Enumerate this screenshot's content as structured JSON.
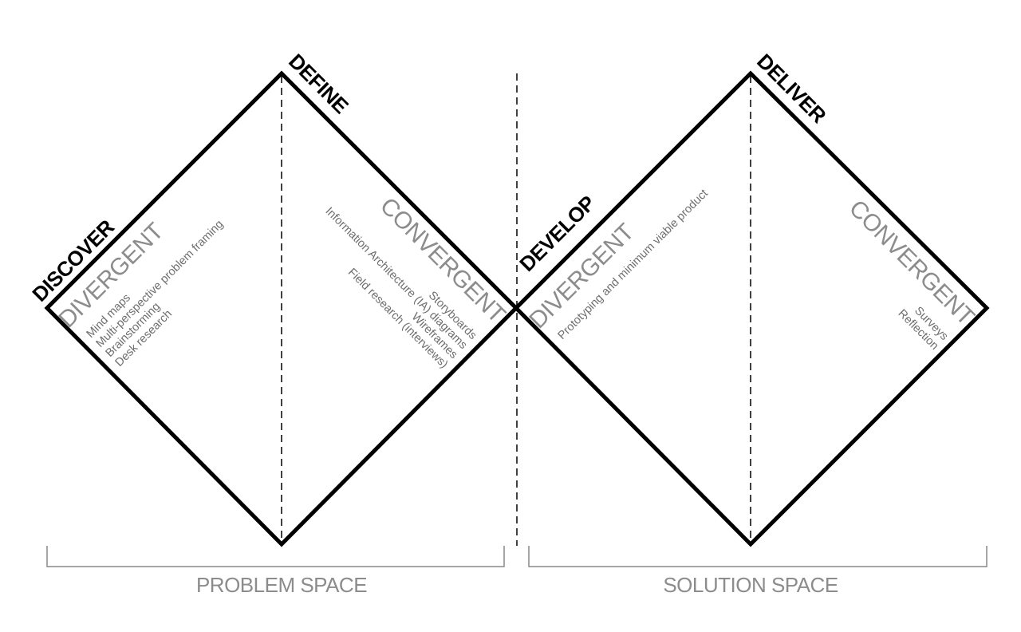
{
  "phases": {
    "discover": "DISCOVER",
    "define": "DEFINE",
    "develop": "DEVELOP",
    "deliver": "DELIVER"
  },
  "modes": {
    "divergent_1": "DIVERGENT",
    "convergent_1": "CONVERGENT",
    "divergent_2": "DIVERGENT",
    "convergent_2": "CONVERGENT"
  },
  "discover_items": [
    "Mind maps",
    "Multi-perspective problem framing",
    "Brainstorming",
    "Desk research"
  ],
  "define_items": [
    "Storyboards",
    "Information Architecture (IA) diagrams",
    "Wireframes",
    "Field research (interviews)"
  ],
  "develop_items": [
    "Prototyping and minimum viable product"
  ],
  "deliver_items": [
    "Surveys",
    "Reflection"
  ],
  "spaces": {
    "problem": "PROBLEM SPACE",
    "solution": "SOLUTION SPACE"
  },
  "colors": {
    "outline": "#000000",
    "label_gray": "#8c8c8c",
    "bracket_gray": "#888888"
  }
}
